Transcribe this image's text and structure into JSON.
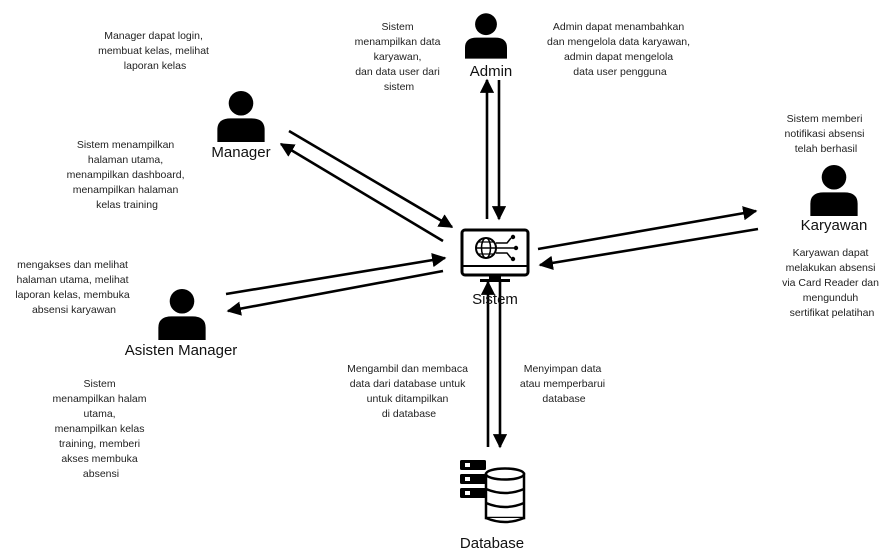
{
  "nodes": {
    "admin": "Admin",
    "manager": "Manager",
    "asisten_manager": "Asisten Manager",
    "sistem": "Sistem",
    "karyawan": "Karyawan",
    "database": "Database"
  },
  "notes": {
    "sistem_to_admin": [
      "Sistem",
      "menampilkan data",
      "karyawan,",
      "dan data user dari",
      "sistem"
    ],
    "admin_to_sistem": [
      "Admin dapat menambahkan",
      "dan mengelola data karyawan,",
      "admin dapat mengelola",
      "data user pengguna"
    ],
    "manager_to_sistem": [
      "Manager dapat login,",
      "membuat kelas, melihat",
      "laporan kelas"
    ],
    "sistem_to_manager": [
      "Sistem menampilkan",
      "halaman utama,",
      "menampilkan dashboard,",
      "menampilkan halaman",
      "kelas training"
    ],
    "asisten_to_sistem": [
      "mengakses dan melihat",
      "halaman utama, melihat",
      "laporan kelas, membuka",
      "absensi karyawan"
    ],
    "sistem_to_asisten": [
      "Sistem",
      "menampilkan halam",
      "utama,",
      "menampilkan kelas",
      "training, memberi",
      "akses membuka",
      "absensi"
    ],
    "sistem_to_karyawan": [
      "Sistem memberi",
      "notifikasi absensi",
      "telah berhasil"
    ],
    "karyawan_to_sistem": [
      "Karyawan dapat",
      "melakukan absensi",
      "via Card Reader dan",
      "mengunduh",
      "sertifikat pelatihan"
    ],
    "database_to_sistem": [
      "Mengambil dan membaca",
      "data dari database untuk",
      "untuk ditampilkan",
      "di database"
    ],
    "sistem_to_database": [
      "Menyimpan data",
      "atau memperbarui",
      "database"
    ]
  }
}
